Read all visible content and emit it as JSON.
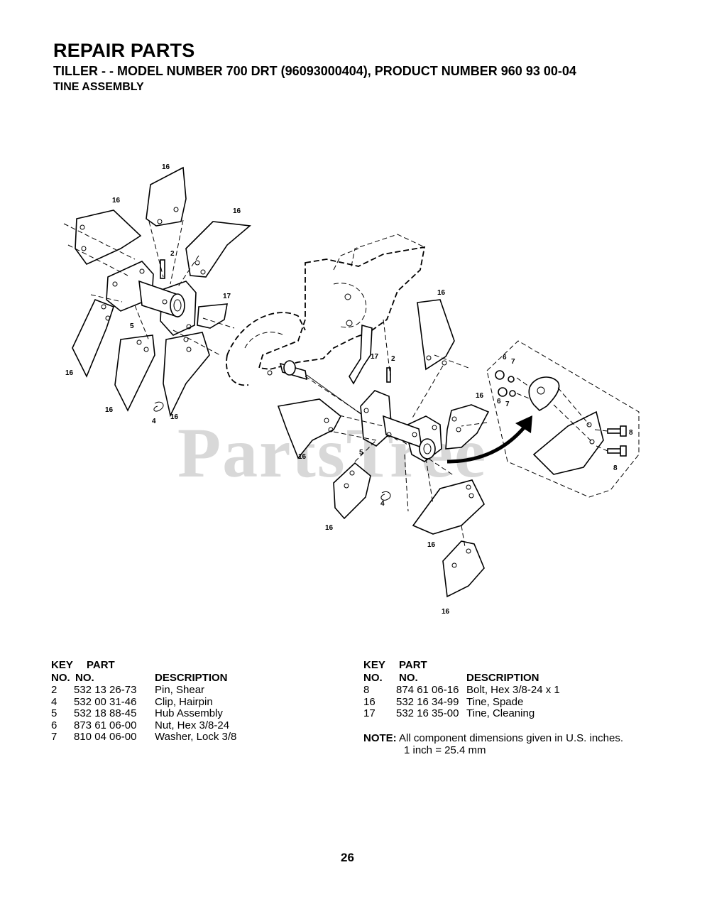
{
  "header": {
    "title": "REPAIR PARTS",
    "subtitle": "TILLER - - MODEL NUMBER 700 DRT (96093000404), PRODUCT NUMBER 960 93 00-04",
    "section": "TINE ASSEMBLY"
  },
  "diagram": {
    "callouts": {
      "c16a": "16",
      "c16b": "16",
      "c16c": "16",
      "c16d": "16",
      "c16e": "16",
      "c16f": "16",
      "c16g": "16",
      "c16h": "16",
      "c16i": "16",
      "c16j": "16",
      "c16k": "16",
      "c16l": "16",
      "c2a": "2",
      "c2b": "2",
      "c17a": "17",
      "c17b": "17",
      "c5a": "5",
      "c5b": "5",
      "c4a": "4",
      "c4b": "4",
      "c6a": "6",
      "c6b": "6",
      "c7a": "7",
      "c7b": "7",
      "c8a": "8",
      "c8b": "8"
    },
    "watermark": "PartsTree"
  },
  "table_left": {
    "header": {
      "key1": "KEY",
      "key2": "NO.",
      "part1": "PART",
      "part2": "NO.",
      "desc": "DESCRIPTION"
    },
    "rows": [
      {
        "key": "2",
        "part": "532 13 26-73",
        "desc": "Pin, Shear"
      },
      {
        "key": "4",
        "part": "532 00 31-46",
        "desc": "Clip, Hairpin"
      },
      {
        "key": "5",
        "part": "532 18 88-45",
        "desc": "Hub Assembly"
      },
      {
        "key": "6",
        "part": "873 61 06-00",
        "desc": "Nut, Hex  3/8-24"
      },
      {
        "key": "7",
        "part": "810 04 06-00",
        "desc": "Washer, Lock 3/8"
      }
    ]
  },
  "table_right": {
    "header": {
      "key1": "KEY",
      "key2": "NO.",
      "part1": "PART",
      "part2": "NO.",
      "desc": "DESCRIPTION"
    },
    "rows": [
      {
        "key": "8",
        "part": "874 61 06-16",
        "desc": "Bolt, Hex  3/8-24 x 1"
      },
      {
        "key": "16",
        "part": "532 16 34-99",
        "desc": "Tine, Spade"
      },
      {
        "key": "17",
        "part": "532 16 35-00",
        "desc": "Tine, Cleaning"
      }
    ]
  },
  "note": {
    "label": "NOTE:",
    "line1": "All component dimensions given in U.S. inches.",
    "line2": "1 inch = 25.4 mm"
  },
  "page_number": "26"
}
